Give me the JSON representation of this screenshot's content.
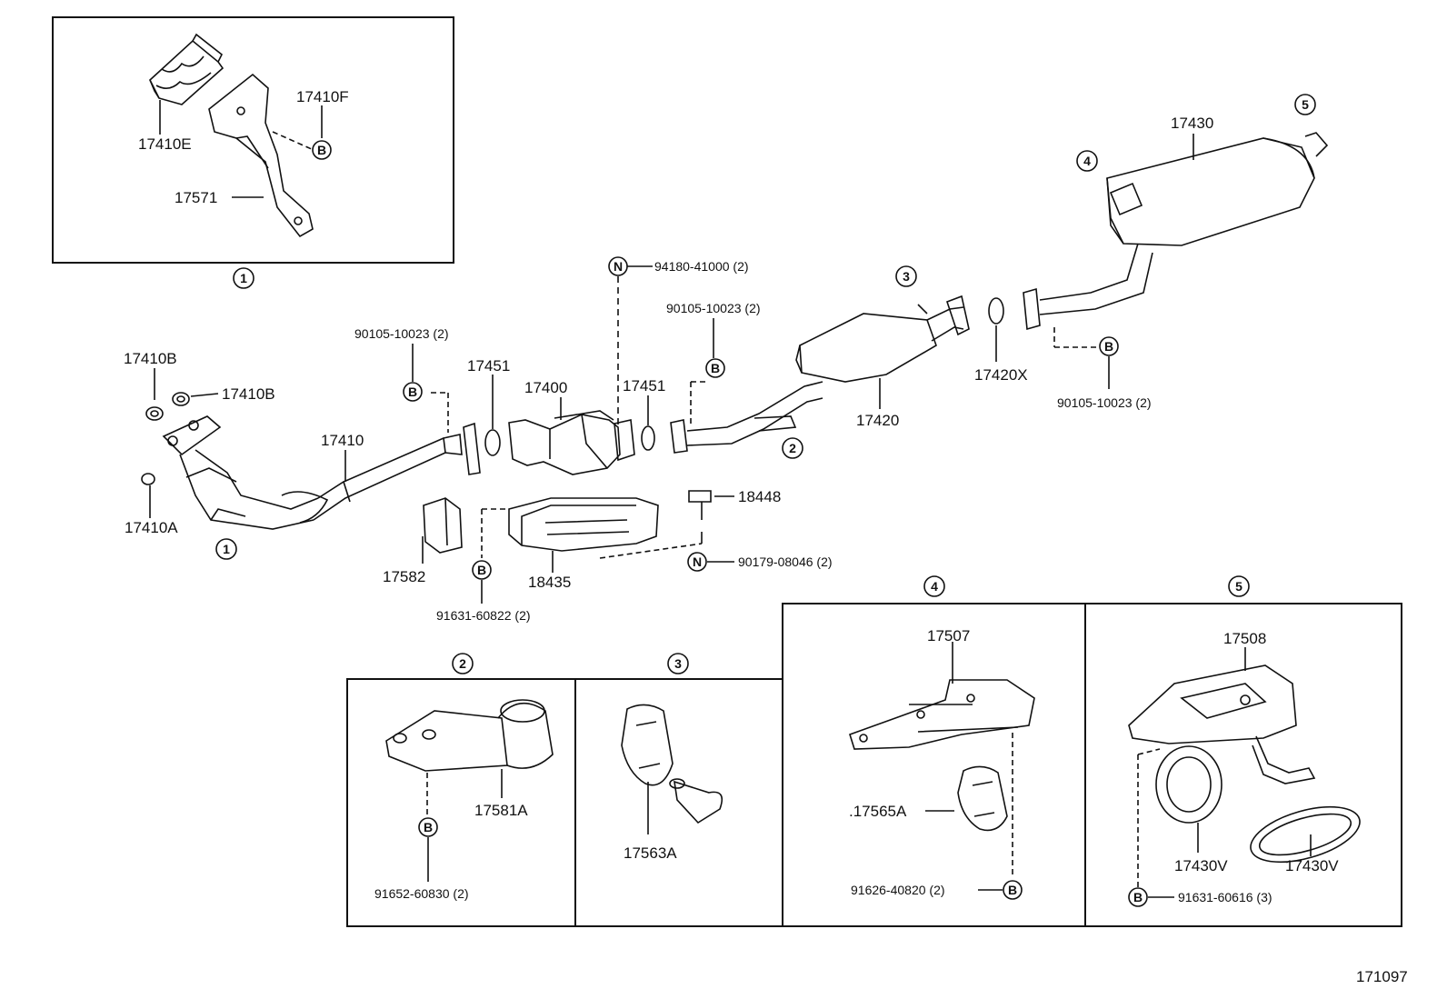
{
  "diagram_id": "171097",
  "symbols": {
    "bolt": "B",
    "nut": "N"
  },
  "callouts": [
    "1",
    "2",
    "3",
    "4",
    "5"
  ],
  "inset": {
    "labels": {
      "heat_insulator": "17410E",
      "bolt_ref": "17410F",
      "bracket": "17571"
    }
  },
  "main": {
    "gasket_b1": "17410B",
    "gasket_b2": "17410B",
    "gasket_a": "17410A",
    "front_pipe": "17410",
    "bolt_front": "90105-10023 (2)",
    "gasket_451a": "17451",
    "converter": "17400",
    "nut_top": "94180-41000 (2)",
    "gasket_451b": "17451",
    "bolt_mid": "90105-10023 (2)",
    "center_pipe": "17420",
    "gasket_x": "17420X",
    "bolt_rear": "90105-10023 (2)",
    "muffler": "17430",
    "stay": "18448",
    "nut_bottom": "90179-08046 (2)",
    "heat_shield": "18435",
    "bolt_shield": "91631-60822 (2)",
    "support": "17582"
  },
  "panels": {
    "p2": {
      "part": "17581A",
      "bolt": "91652-60830 (2)"
    },
    "p3": {
      "part": "17563A"
    },
    "p4": {
      "bracket": "17507",
      "hanger": ".17565A",
      "bolt": "91626-40820 (2)"
    },
    "p5": {
      "bracket": "17508",
      "ring1": "17430V",
      "ring2": "17430V",
      "bolt": "91631-60616 (3)"
    }
  }
}
